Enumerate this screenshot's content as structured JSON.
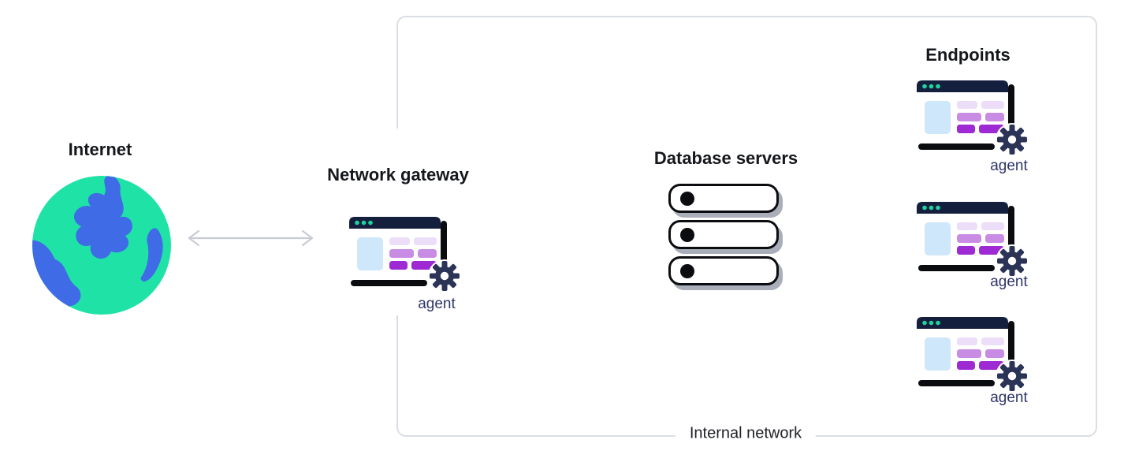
{
  "internet": {
    "label": "Internet"
  },
  "network_gateway": {
    "label": "Network gateway",
    "agent_label": "agent"
  },
  "database_servers": {
    "label": "Database servers",
    "server_count": 3
  },
  "endpoints": {
    "label": "Endpoints",
    "items": [
      {
        "agent_label": "agent"
      },
      {
        "agent_label": "agent"
      },
      {
        "agent_label": "agent"
      }
    ]
  },
  "internal_network": {
    "label": "Internal network"
  },
  "icons": {
    "globe": "globe-icon",
    "bidirectional_arrow": "arrow-bidirectional-icon",
    "browser_window": "browser-window-icon",
    "gear": "gear-icon",
    "server": "server-icon"
  },
  "colors": {
    "globe_green": "#1fe3a6",
    "globe_blue": "#3f6be6",
    "titlebar_navy": "#141f3d",
    "dot_teal": "#1ed3a0",
    "purple_light": "#ecdef8",
    "purple_mid": "#c98ce4",
    "purple_vivid": "#9d2ad2",
    "gear_navy": "#2b3457",
    "agent_text": "#2e3567",
    "boundary_border": "#dbdee4",
    "arrow_gray": "#c8ccd5",
    "server_shadow": "#a9aeb9"
  }
}
